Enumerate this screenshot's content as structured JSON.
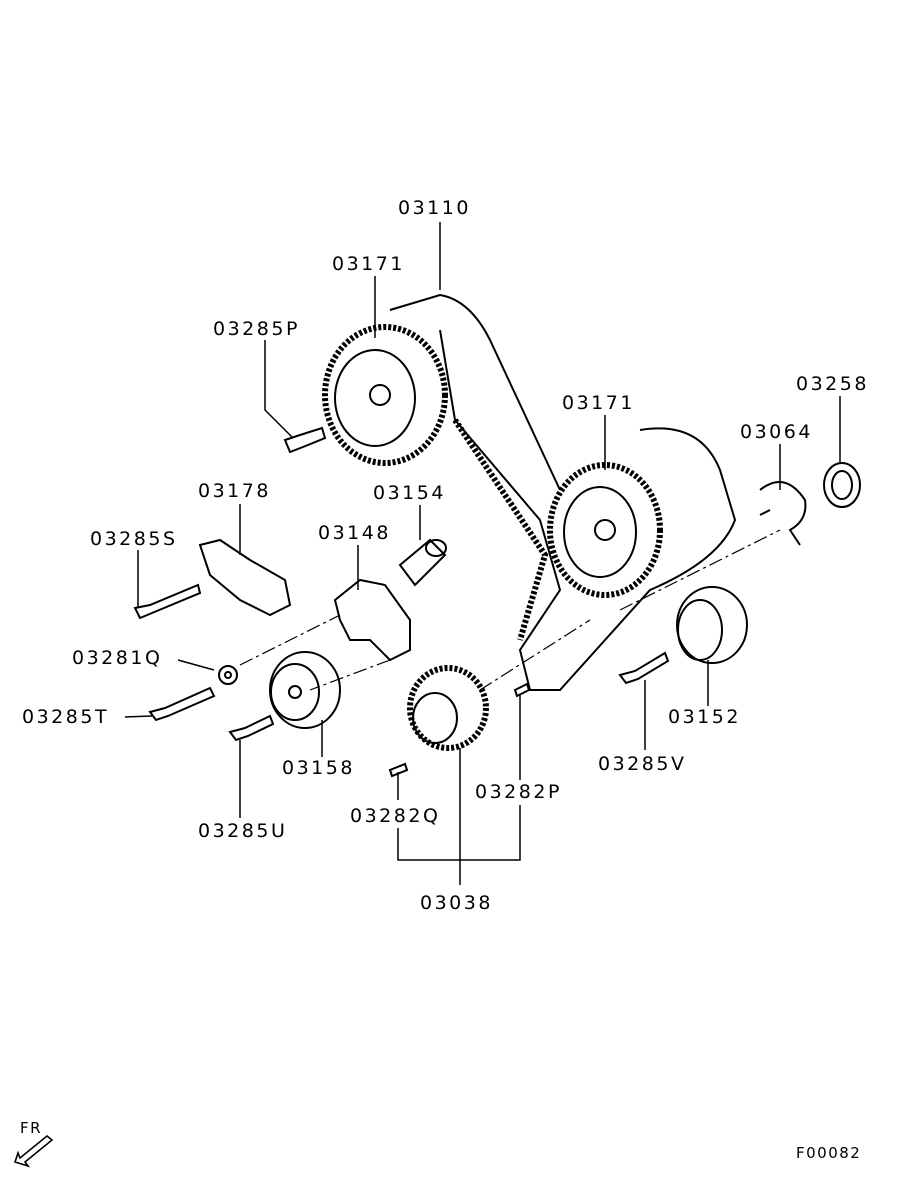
{
  "diagram": {
    "labels": {
      "belt": "03110",
      "cam_sprocket_left": "03171",
      "bolt_p": "03285P",
      "cam_sprocket_right": "03171",
      "seal": "03258",
      "plate": "03064",
      "auto_tensioner": "03178",
      "bushing": "03154",
      "bolt_s": "03285S",
      "tensioner_arm": "03148",
      "washer": "03281Q",
      "bolt_t": "03285T",
      "idler_pulley": "03152",
      "tensioner_pulley": "03158",
      "bolt_v": "03285V",
      "key_p": "03282P",
      "key_q": "03282Q",
      "bolt_u": "03285U",
      "crank_sprocket": "03038"
    },
    "direction_label": "FR",
    "figure_code": "F00082"
  }
}
